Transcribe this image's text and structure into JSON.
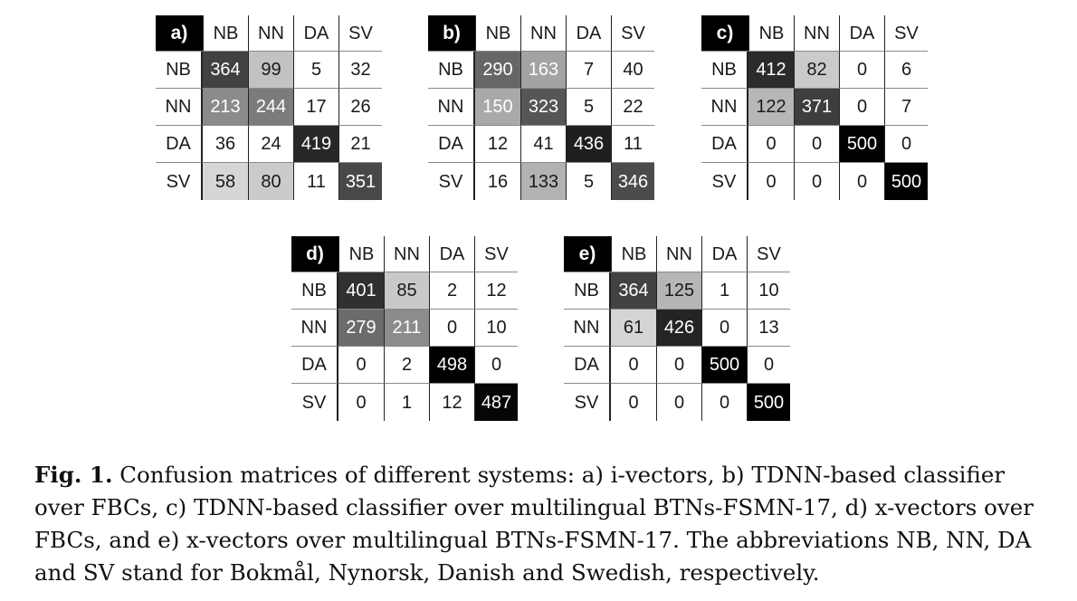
{
  "chart_data": [
    {
      "type": "heatmap",
      "label": "a)",
      "columns": [
        "NB",
        "NN",
        "DA",
        "SV"
      ],
      "rows": [
        "NB",
        "NN",
        "DA",
        "SV"
      ],
      "values": [
        [
          364,
          99,
          5,
          32
        ],
        [
          213,
          244,
          17,
          26
        ],
        [
          36,
          24,
          419,
          21
        ],
        [
          58,
          80,
          11,
          351
        ]
      ]
    },
    {
      "type": "heatmap",
      "label": "b)",
      "columns": [
        "NB",
        "NN",
        "DA",
        "SV"
      ],
      "rows": [
        "NB",
        "NN",
        "DA",
        "SV"
      ],
      "values": [
        [
          290,
          163,
          7,
          40
        ],
        [
          150,
          323,
          5,
          22
        ],
        [
          12,
          41,
          436,
          11
        ],
        [
          16,
          133,
          5,
          346
        ]
      ]
    },
    {
      "type": "heatmap",
      "label": "c)",
      "columns": [
        "NB",
        "NN",
        "DA",
        "SV"
      ],
      "rows": [
        "NB",
        "NN",
        "DA",
        "SV"
      ],
      "values": [
        [
          412,
          82,
          0,
          6
        ],
        [
          122,
          371,
          0,
          7
        ],
        [
          0,
          0,
          500,
          0
        ],
        [
          0,
          0,
          0,
          500
        ]
      ]
    },
    {
      "type": "heatmap",
      "label": "d)",
      "columns": [
        "NB",
        "NN",
        "DA",
        "SV"
      ],
      "rows": [
        "NB",
        "NN",
        "DA",
        "SV"
      ],
      "values": [
        [
          401,
          85,
          2,
          12
        ],
        [
          279,
          211,
          0,
          10
        ],
        [
          0,
          2,
          498,
          0
        ],
        [
          0,
          1,
          12,
          487
        ]
      ]
    },
    {
      "type": "heatmap",
      "label": "e)",
      "columns": [
        "NB",
        "NN",
        "DA",
        "SV"
      ],
      "rows": [
        "NB",
        "NN",
        "DA",
        "SV"
      ],
      "values": [
        [
          364,
          125,
          1,
          10
        ],
        [
          61,
          426,
          0,
          13
        ],
        [
          0,
          0,
          500,
          0
        ],
        [
          0,
          0,
          0,
          500
        ]
      ]
    }
  ],
  "caption": {
    "prefix": "Fig. 1.",
    "text": " Confusion matrices of different systems: a) i-vectors, b) TDNN-based classifier over FBCs, c) TDNN-based classifier over multilingual BTNs-FSMN-17, d) x-vectors over FBCs, and e) x-vectors over multilingual BTNs-FSMN-17. The abbreviations NB, NN, DA and SV stand for Bokmål, Nynorsk, Danish and Swedish, respectively."
  },
  "colors": {
    "corner": "#000000",
    "scale_max": "#000000",
    "scale_min": "#ffffff"
  }
}
